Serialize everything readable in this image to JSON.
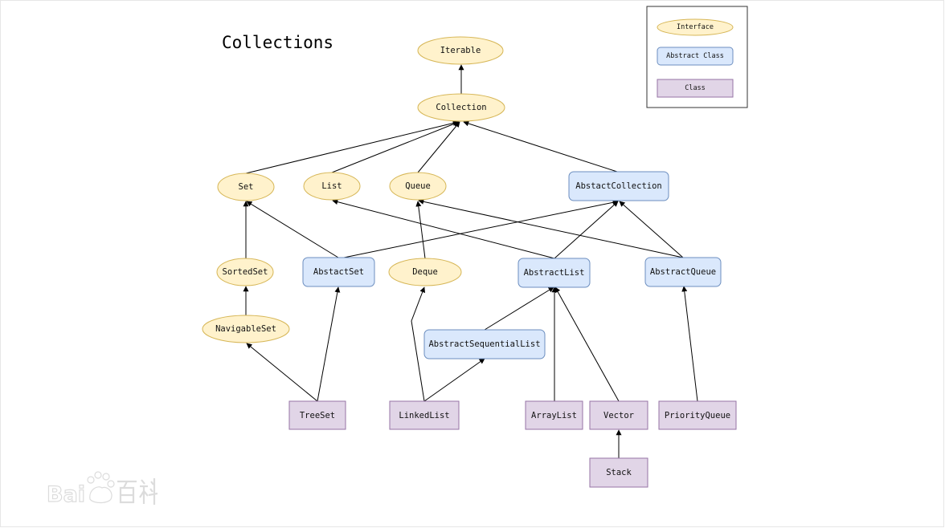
{
  "title": "Collections",
  "legend": {
    "interface": "Interface",
    "abstract_class": "Abstract Class",
    "class": "Class"
  },
  "colors": {
    "interface_fill": "#fff2cc",
    "interface_stroke": "#d6b656",
    "abstract_fill": "#dae8fc",
    "abstract_stroke": "#6c8ebf",
    "class_fill": "#e1d5e7",
    "class_stroke": "#9673a6"
  },
  "nodes": {
    "iterable": "Iterable",
    "collection": "Collection",
    "set": "Set",
    "list": "List",
    "queue": "Queue",
    "abstact_collection": "AbstactCollection",
    "sorted_set": "SortedSet",
    "abstact_set": "AbstactSet",
    "deque": "Deque",
    "abstract_list": "AbstractList",
    "abstract_queue": "AbstractQueue",
    "navigable_set": "NavigableSet",
    "abstract_sequential_list": "AbstractSequentialList",
    "tree_set": "TreeSet",
    "linked_list": "LinkedList",
    "array_list": "ArrayList",
    "vector": "Vector",
    "priority_queue": "PriorityQueue",
    "stack": "Stack"
  },
  "watermark": {
    "latin": "Bai",
    "cjk": "百科"
  }
}
